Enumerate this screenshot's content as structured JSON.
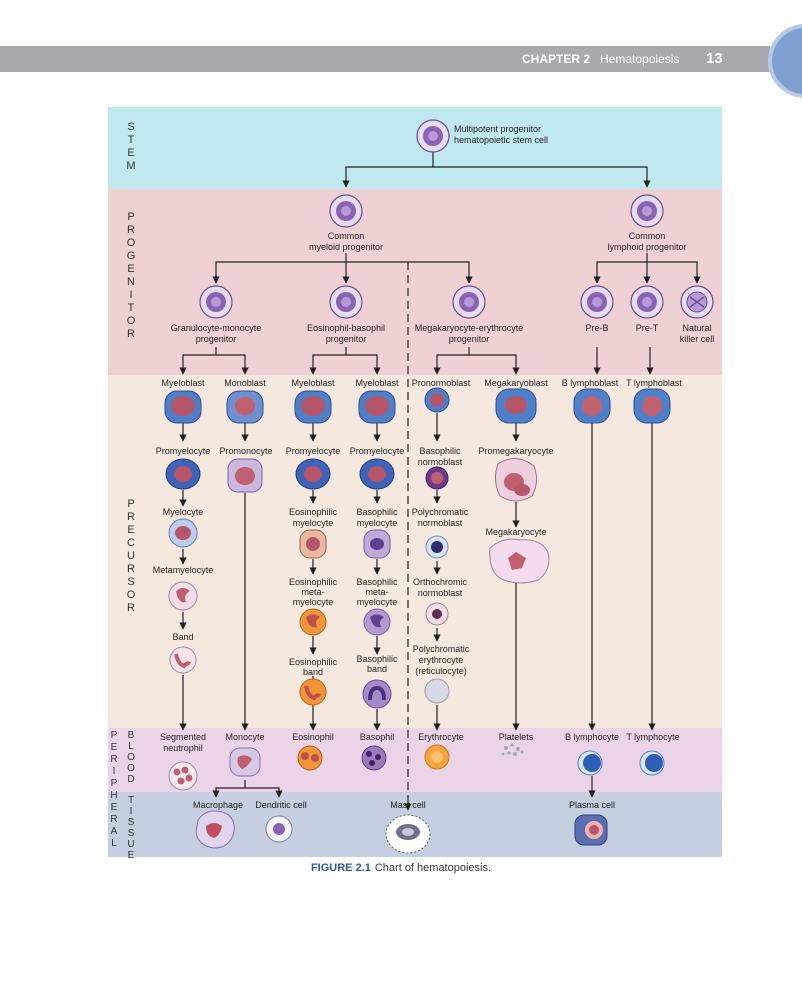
{
  "header": {
    "chapter": "CHAPTER 2",
    "title": "Hematopoiesis",
    "page_number": "13"
  },
  "bands": {
    "stem": "STEM",
    "progenitor": "PROGENITOR",
    "precursor": "PRECURSOR",
    "peripheral": "PERIPHERAL",
    "blood": "BLOOD",
    "tissue": "TISSUE"
  },
  "cells": {
    "stem": [
      "Multipotent progenitor",
      "hematopoietic stem cell"
    ],
    "cmp": [
      "Common",
      "myeloid progenitor"
    ],
    "clp": [
      "Common",
      "lymphoid progenitor"
    ],
    "gmp": [
      "Granulocyte-monocyte",
      "progenitor"
    ],
    "ebp": [
      "Eosinophil-basophil",
      "progenitor"
    ],
    "mep": [
      "Megakaryocyte-erythrocyte",
      "progenitor"
    ],
    "preb": "Pre-B",
    "pret": "Pre-T",
    "nk": [
      "Natural",
      "killer cell"
    ],
    "myeloblast": "Myeloblast",
    "monoblast": "Monoblast",
    "pronormoblast": "Pronormoblast",
    "megakaryoblast": "Megakaryoblast",
    "b_lymphoblast": "B lymphoblast",
    "t_lymphoblast": "T lymphoblast",
    "promyelocyte": "Promyelocyte",
    "promonocyte": "Promonocyte",
    "basophilic_normoblast": [
      "Basophilic",
      "normoblast"
    ],
    "promegakaryocyte": "Promegakaryocyte",
    "myelocyte": "Myelocyte",
    "eos_myelocyte": [
      "Eosinophilic",
      "myelocyte"
    ],
    "baso_myelocyte": [
      "Basophilic",
      "myelocyte"
    ],
    "polychromatic_normoblast": [
      "Polychromatic",
      "normoblast"
    ],
    "megakaryocyte": "Megakaryocyte",
    "metamyelocyte": "Metamyelocyte",
    "eos_meta": [
      "Eosinophilic",
      "meta-",
      "myelocyte"
    ],
    "baso_meta": [
      "Basophilic",
      "meta-",
      "myelocyte"
    ],
    "orthochromic_normoblast": [
      "Orthochromic",
      "normoblast"
    ],
    "band": "Band",
    "eos_band": [
      "Eosinophilic",
      "band"
    ],
    "baso_band": [
      "Basophilic",
      "band"
    ],
    "poly_erythrocyte": [
      "Polychromatic",
      "erythrocyte",
      "(reticulocyte)"
    ],
    "neutrophil": [
      "Segmented",
      "neutrophil"
    ],
    "monocyte": "Monocyte",
    "eosinophil": "Eosinophil",
    "basophil": "Basophil",
    "erythrocyte": "Erythrocyte",
    "platelets": "Platelets",
    "b_lymphocyte": "B lymphocyte",
    "t_lymphocyte": "T lymphocyte",
    "macrophage": "Macrophage",
    "dendritic": "Dendritic cell",
    "mast": "Mast cell",
    "plasma": "Plasma cell"
  },
  "caption": {
    "number": "FIGURE 2.1",
    "text": "Chart of hematopoiesis."
  },
  "colors": {
    "stem_band": "#bfe8ef",
    "progenitor_band": "#efd1d4",
    "precursor_band": "#f5e8de",
    "blood_band": "#ecd4e8",
    "tissue_band": "#c5cfe0",
    "nucleus_purple": "#7b4f9e",
    "cell_blue": "#4f7fc7",
    "eosinophil_orange": "#f0953a",
    "basophil_purple": "#9a7bb7"
  }
}
